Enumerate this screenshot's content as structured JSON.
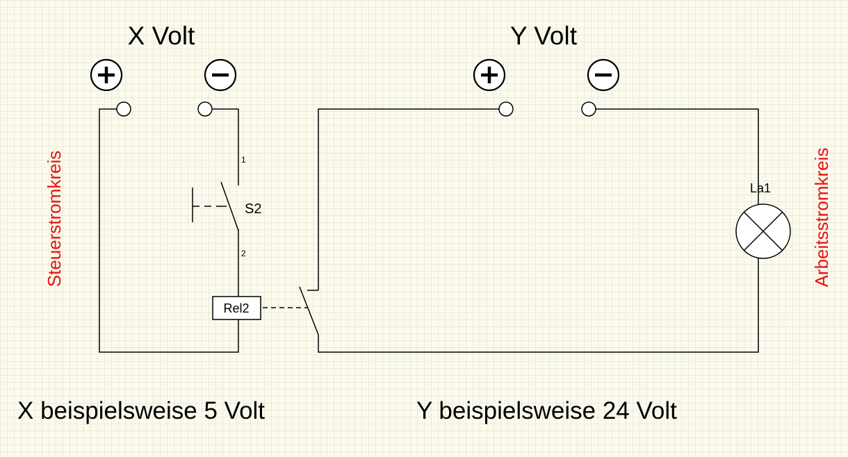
{
  "circuit_left": {
    "title": "X Volt",
    "plus_symbol": "+",
    "minus_symbol": "−",
    "side_label": "Steuerstromkreis",
    "footer": "X beispielsweise 5 Volt"
  },
  "circuit_right": {
    "title": "Y Volt",
    "plus_symbol": "+",
    "minus_symbol": "−",
    "side_label": "Arbeitsstromkreis",
    "footer": "Y beispielsweise 24 Volt"
  },
  "switch": {
    "label": "S2",
    "pin_top": "1",
    "pin_bottom": "2"
  },
  "relay": {
    "label": "Rel2"
  },
  "lamp": {
    "label": "La1"
  },
  "colors": {
    "wire": "#000000",
    "side_label": "#e8110f",
    "background": "#fbfaee"
  }
}
